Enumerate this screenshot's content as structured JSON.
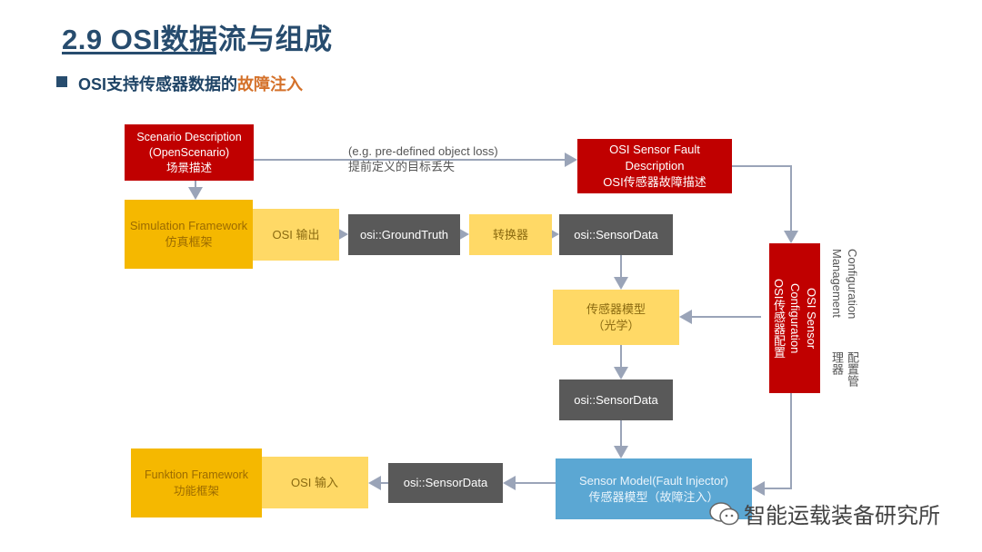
{
  "title": "2.9 OSI数据流与组成",
  "subtitle": {
    "main": "OSI支持传感器数据的",
    "highlight": "故障注入"
  },
  "colors": {
    "red": "#c00000",
    "gold": "#f5b800",
    "light_gold": "#ffd966",
    "gray": "#595959",
    "blue": "#5ba7d3",
    "title": "#274c6e",
    "highlight": "#d4712a"
  },
  "nodes": {
    "scenario": [
      "Scenario Description",
      "(OpenScenario)",
      "场景描述"
    ],
    "sim_framework": [
      "Simulation Framework",
      "仿真框架"
    ],
    "osi_output": "OSI 输出",
    "ground_truth": "osi::GroundTruth",
    "converter": "转换器",
    "sensor_data_1": "osi::SensorData",
    "fault_desc": [
      "OSI Sensor Fault",
      "Description",
      "OSI传感器故障描述"
    ],
    "sensor_config": [
      "OSI Sensor",
      "Configuration",
      "OSI传感器配置"
    ],
    "sensor_model_optical": [
      "传感器模型",
      "（光学）"
    ],
    "sensor_data_2": "osi::SensorData",
    "fault_injector": [
      "Sensor Model(Fault Injector)",
      "传感器模型（故障注入）"
    ],
    "sensor_data_3": "osi::SensorData",
    "osi_input": "OSI 输入",
    "funktion_framework": [
      "Funktion Framework",
      "功能框架"
    ]
  },
  "edge_label": [
    "(e.g. pre-defined object loss)",
    "提前定义的目标丢失"
  ],
  "config_mgmt": [
    "Configuration Management",
    "配置管理器"
  ],
  "watermark": "智能运载装备研究所",
  "icons": {
    "watermark": "wechat-icon"
  }
}
